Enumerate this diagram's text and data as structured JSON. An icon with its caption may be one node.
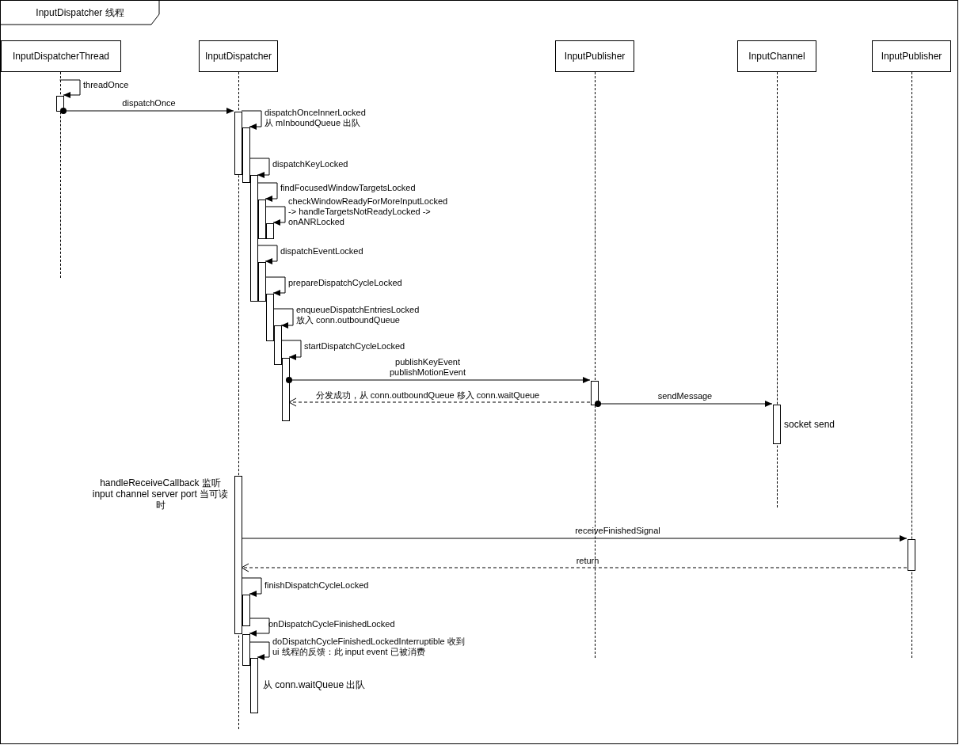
{
  "diagram": {
    "nodes": [
      {
        "text": [
          "InputDispatcher 线程"
        ]
      },
      {
        "text": [
          "InputDispatcherThread"
        ],
        "in": 0
      },
      {
        "text": [
          "InputDispatcher"
        ],
        "in": 0
      },
      {
        "text": [
          "InputPublisher"
        ],
        "in": 0
      },
      {
        "text": [
          "InputChannel"
        ],
        "in": 0
      },
      {
        "text": [
          "InputPublisher"
        ],
        "in": 0
      },
      {
        "text": [],
        "shape": "line",
        "in": 0
      },
      {
        "text": [],
        "shape": "line",
        "in": 0
      },
      {
        "text": [],
        "shape": "line",
        "in": 0
      },
      {
        "text": [],
        "shape": "line",
        "in": 0
      },
      {
        "text": [],
        "shape": "line",
        "in": 0
      },
      {
        "text": [],
        "shape": "bar",
        "in": 0
      },
      {
        "text": [],
        "shape": "bar",
        "in": 0
      },
      {
        "text": [],
        "shape": "bar",
        "in": 0
      },
      {
        "text": [],
        "shape": "bar",
        "in": 0
      },
      {
        "text": [],
        "shape": "bar",
        "in": 0
      },
      {
        "text": [],
        "shape": "bar",
        "in": 0
      },
      {
        "text": [],
        "shape": "bar",
        "in": 0
      },
      {
        "text": [],
        "shape": "bar",
        "in": 0
      },
      {
        "text": [],
        "shape": "bar",
        "in": 0
      },
      {
        "text": [],
        "shape": "bar",
        "in": 0
      },
      {
        "text": [],
        "shape": "bar",
        "in": 0
      },
      {
        "text": [],
        "shape": "bar",
        "in": 0,
        "beside": [
          "socket send"
        ]
      },
      {
        "text": [],
        "shape": "bar",
        "in": 0,
        "beside": [
          "handleReceiveCallback 监听 input channel server port 当可读时"
        ]
      },
      {
        "text": [],
        "shape": "bar",
        "in": 0
      },
      {
        "text": [],
        "shape": "bar",
        "in": 0
      },
      {
        "text": [],
        "shape": "bar",
        "in": 0
      },
      {
        "text": [],
        "shape": "bar",
        "in": 0,
        "beside": [
          "从 conn.waitQueue 出队"
        ]
      }
    ],
    "edges": [
      {
        "from": 6,
        "to": 11,
        "arrow": "to",
        "label": "threadOnce"
      },
      {
        "from": 11,
        "to": 12,
        "arrow": "to",
        "label": "dispatchOnce"
      },
      {
        "from": 12,
        "to": 13,
        "arrow": "to",
        "label": "dispatchOnceInnerLocked 从 mInboundQueue 出队"
      },
      {
        "from": 13,
        "to": 14,
        "arrow": "to",
        "label": "dispatchKeyLocked"
      },
      {
        "from": 14,
        "to": 15,
        "arrow": "to",
        "label": "findFocusedWindowTargetsLocked"
      },
      {
        "from": 15,
        "to": 16,
        "arrow": "to",
        "label": "checkWindowReadyForMoreInputLocked -> handleTargetsNotReadyLocked -> onANRLocked"
      },
      {
        "from": 14,
        "to": 17,
        "arrow": "to",
        "label": "dispatchEventLocked"
      },
      {
        "from": 17,
        "to": 18,
        "arrow": "to",
        "label": "prepareDispatchCycleLocked"
      },
      {
        "from": 18,
        "to": 19,
        "arrow": "to",
        "label": "enqueueDispatchEntriesLocked 放入 conn.outboundQueue"
      },
      {
        "from": 19,
        "to": 20,
        "arrow": "to",
        "label": "startDispatchCycleLocked"
      },
      {
        "from": 20,
        "to": 21,
        "arrow": "to",
        "label": "publishKeyEvent publishMotionEvent"
      },
      {
        "from": 21,
        "to": 20,
        "arrow": "to",
        "label": "分发成功，从 conn.outboundQueue 移入 conn.waitQueue",
        "style": "dashed"
      },
      {
        "from": 21,
        "to": 22,
        "arrow": "to",
        "label": "sendMessage"
      },
      {
        "from": 23,
        "to": 24,
        "arrow": "to",
        "label": "receiveFinishedSignal"
      },
      {
        "from": 24,
        "to": 23,
        "arrow": "to",
        "label": "return",
        "style": "dashed"
      },
      {
        "from": 23,
        "to": 25,
        "arrow": "to",
        "label": "finishDispatchCycleLocked"
      },
      {
        "from": 25,
        "to": 26,
        "arrow": "to",
        "label": "onDispatchCycleFinishedLocked"
      },
      {
        "from": 26,
        "to": 27,
        "arrow": "to",
        "label": "doDispatchCycleFinishedLockedInterruptible 收到 ui 线程的反馈：此 input event 已被消费"
      }
    ]
  }
}
